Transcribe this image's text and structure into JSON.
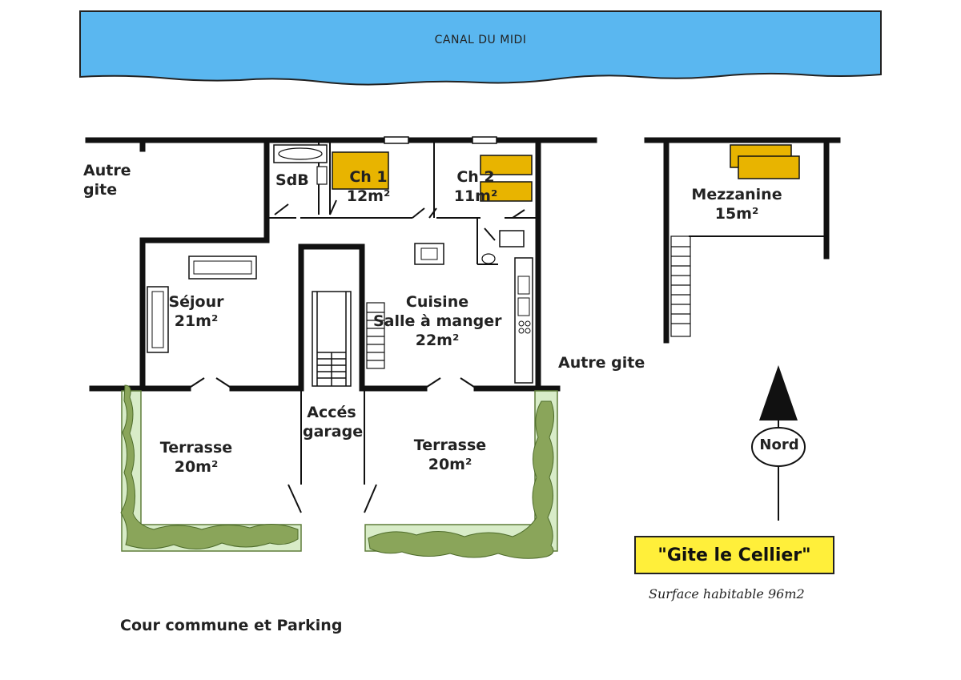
{
  "canal": {
    "label": "CANAL DU MIDI"
  },
  "rooms": {
    "autre_gite_left": [
      "Autre",
      "gite"
    ],
    "sdb": "SdB",
    "ch1": [
      "Ch 1",
      "12m²"
    ],
    "ch2": [
      "Ch 2",
      "11m²"
    ],
    "mezzanine": [
      "Mezzanine",
      "15m²"
    ],
    "sejour": [
      "Séjour",
      "21m²"
    ],
    "cuisine": [
      "Cuisine",
      "Salle à manger",
      "22m²"
    ],
    "autre_gite_right": "Autre gite",
    "acces_garage": [
      "Accés",
      "garage"
    ],
    "terrasse_left": [
      "Terrasse",
      "20m²"
    ],
    "terrasse_right": [
      "Terrasse",
      "20m²"
    ],
    "cour": "Cour commune et Parking"
  },
  "compass": {
    "label": "Nord"
  },
  "title": {
    "text": "\"Gite le Cellier\"",
    "surface": "Surface habitable 96m2"
  },
  "colors": {
    "water": "#5ab7f0",
    "furniture_orange": "#e8b400",
    "title_yellow": "#ffef3a",
    "hedge": "#8aa55a",
    "wall": "#111111"
  }
}
